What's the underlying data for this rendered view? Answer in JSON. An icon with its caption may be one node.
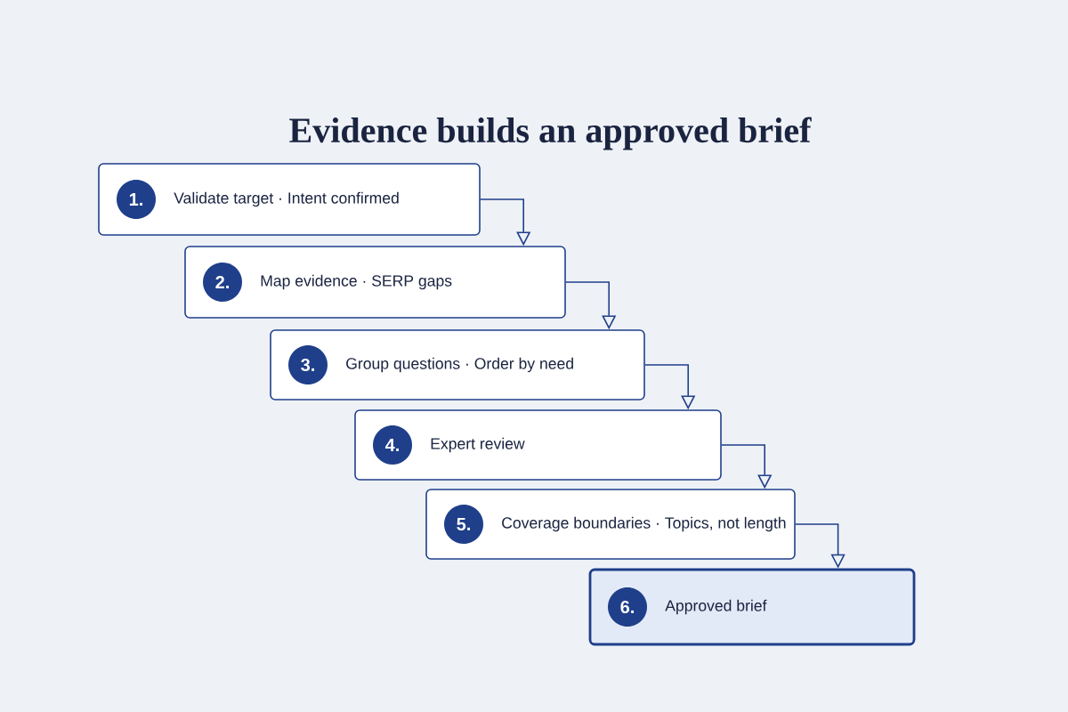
{
  "diagram": {
    "title": "Evidence builds an approved brief",
    "nodes": [
      {
        "text": [
          "1.",
          "Validate target · Intent confirmed"
        ]
      },
      {
        "text": [
          "2.",
          "Map evidence · SERP gaps"
        ]
      },
      {
        "text": [
          "3.",
          "Group questions · Order by need"
        ]
      },
      {
        "text": [
          "4.",
          "Expert review"
        ]
      },
      {
        "text": [
          "5.",
          "Coverage boundaries · Topics, not length"
        ]
      },
      {
        "text": [
          "6.",
          "Approved brief"
        ]
      }
    ],
    "edges": [
      {
        "from": 0,
        "to": 1,
        "arrow": "to"
      },
      {
        "from": 1,
        "to": 2,
        "arrow": "to"
      },
      {
        "from": 2,
        "to": 3,
        "arrow": "to"
      },
      {
        "from": 3,
        "to": 4,
        "arrow": "to"
      },
      {
        "from": 4,
        "to": 5,
        "arrow": "to"
      }
    ]
  }
}
